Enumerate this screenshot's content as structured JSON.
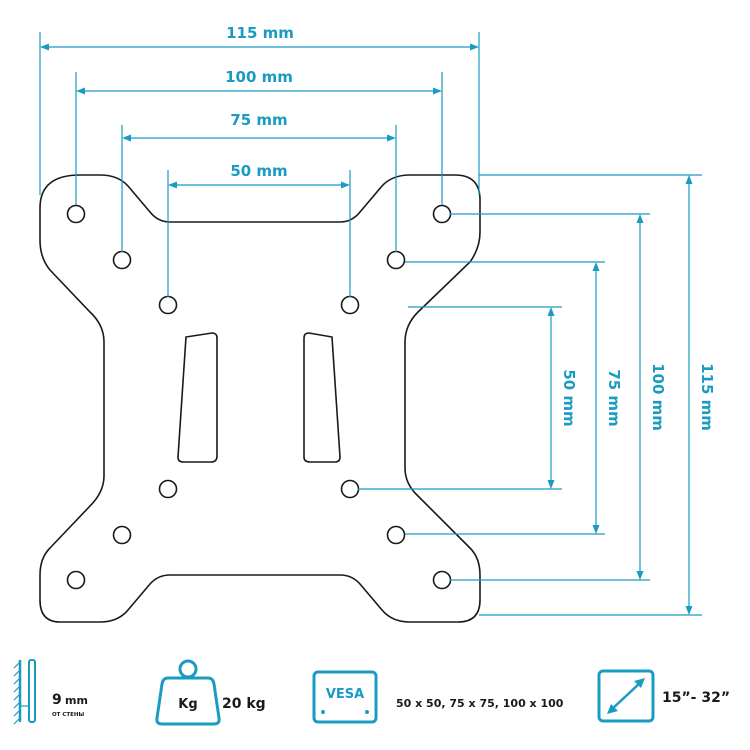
{
  "colors": {
    "dimension": "#1a9bc2",
    "outline": "#1a1a1a",
    "icon": "#1a9bc2"
  },
  "dimensions": {
    "horizontal": [
      "115 mm",
      "100 mm",
      "75 mm",
      "50 mm"
    ],
    "vertical": [
      "50 mm",
      "75 mm",
      "100 mm",
      "115 mm"
    ]
  },
  "specs": {
    "depth_value": "9",
    "depth_unit": "mm",
    "depth_caption": "ОТ СТЕНЫ",
    "weight_icon_label": "Kg",
    "weight_value": "20 kg",
    "vesa_label": "VESA",
    "vesa_patterns": "50 x 50, 75 x 75, 100 x 100",
    "screen_size": "15”- 32”"
  },
  "icons": {
    "depth": "wall-depth-icon",
    "weight": "weight-icon",
    "vesa": "vesa-icon",
    "screen": "screen-diagonal-icon"
  }
}
